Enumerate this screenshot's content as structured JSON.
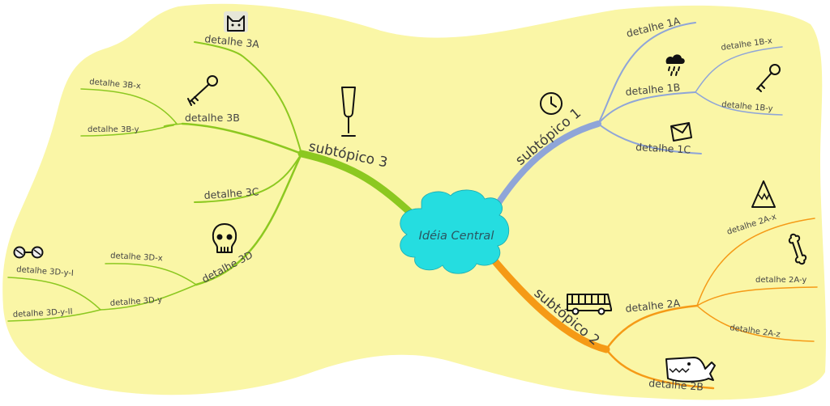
{
  "center": {
    "label": "Idéia Central"
  },
  "colors": {
    "background": "#faf6a6",
    "center_fill": "#25dde0",
    "topic1": "#8fa5d8",
    "topic2": "#f59a16",
    "topic3": "#8cc820"
  },
  "topic1": {
    "label": "subtópico 1",
    "icon": "clock-icon",
    "d1a": "detalhe 1A",
    "d1b": "detalhe 1B",
    "d1b_x": "detalhe 1B-x",
    "d1b_y": "detalhe 1B-y",
    "d1b_icon": "raincloud-icon",
    "d1b_x_icon": "key-icon",
    "d1c": "detalhe 1C",
    "d1c_icon": "envelope-icon"
  },
  "topic2": {
    "label": "subtópico 2",
    "icon": "bus-icon",
    "d2a": "detalhe 2A",
    "d2a_x": "detalhe 2A-x",
    "d2a_y": "detalhe 2A-y",
    "d2a_z": "detalhe 2A-z",
    "d2a_x_icon": "mountain-icon",
    "d2a_y_icon": "bone-icon",
    "d2b": "detalhe 2B",
    "d2b_icon": "whale-icon"
  },
  "topic3": {
    "label": "subtópico 3",
    "icon": "champagne-glass-icon",
    "d3a": "detalhe 3A",
    "d3a_icon": "cat-icon",
    "d3b": "detalhe 3B",
    "d3b_icon": "key-icon",
    "d3b_x": "detalhe 3B-x",
    "d3b_y": "detalhe 3B-y",
    "d3c": "detalhe 3C",
    "d3d": "detalhe 3D",
    "d3d_icon": "skull-icon",
    "d3d_x": "detalhe 3D-x",
    "d3d_y": "detalhe 3D-y",
    "d3d_y_i": "detalhe 3D-y-I",
    "d3d_y_ii": "detalhe 3D-y-II",
    "d3d_y_icon": "glasses-icon"
  }
}
